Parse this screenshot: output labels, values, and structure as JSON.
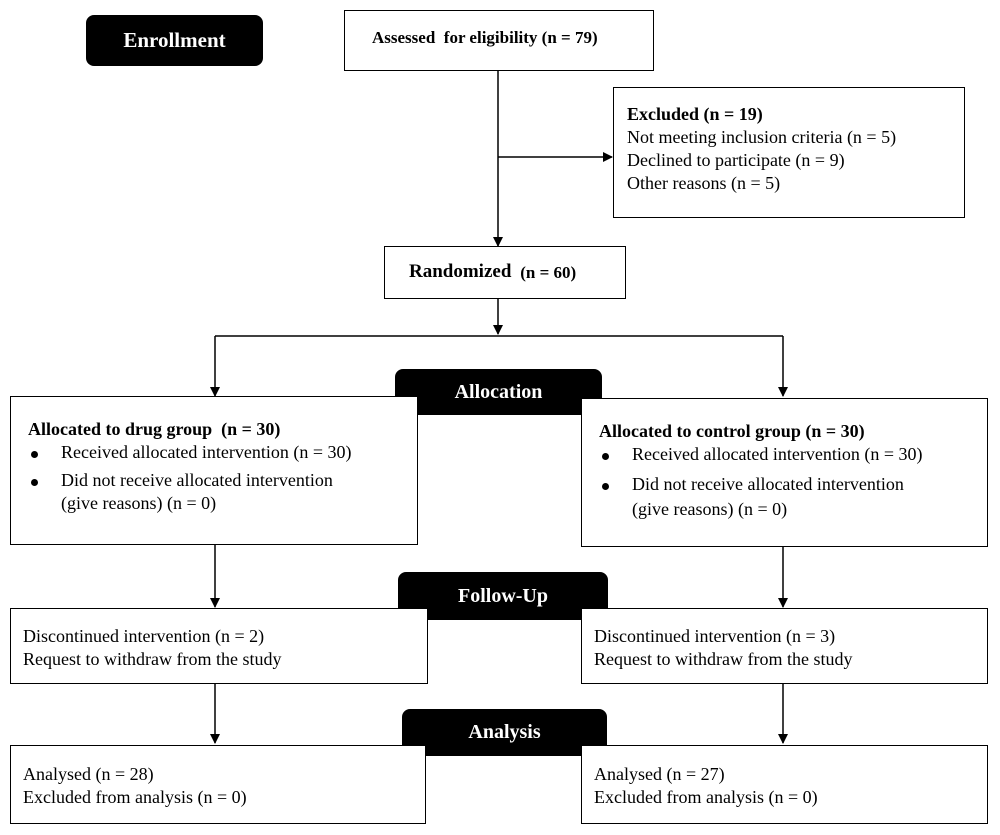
{
  "enrollment": {
    "label": "Enrollment"
  },
  "assessed": {
    "text": "Assessed  for eligibility (n = 79)"
  },
  "excluded": {
    "title": "Excluded (n = 19)",
    "items": [
      "Not meeting inclusion criteria (n = 5)",
      "Declined to participate (n = 9)",
      "Other reasons (n = 5)"
    ]
  },
  "randomized": {
    "label": "Randomized",
    "count": " (n = 60)"
  },
  "allocation": {
    "label": "Allocation"
  },
  "drug_group": {
    "title": "Allocated to drug group  (n = 30)",
    "received": "Received allocated intervention (n = 30)",
    "not_received_1": "Did not receive allocated intervention",
    "not_received_2": "(give reasons) (n = 0)"
  },
  "control_group": {
    "title": "Allocated to control group (n = 30)",
    "received": "Received allocated intervention (n = 30)",
    "not_received_1": "Did not receive allocated intervention",
    "not_received_2": "(give reasons) (n = 0)"
  },
  "follow_up": {
    "label": "Follow-Up"
  },
  "followup_drug": {
    "line1": "Discontinued intervention (n = 2)",
    "line2": "Request to withdraw from the study"
  },
  "followup_control": {
    "line1": "Discontinued intervention (n = 3)",
    "line2": "Request to withdraw from the study"
  },
  "analysis": {
    "label": "Analysis"
  },
  "analysis_drug": {
    "line1": "Analysed (n = 28)",
    "line2": "Excluded from analysis (n = 0)"
  },
  "analysis_control": {
    "line1": "Analysed (n = 27)",
    "line2": "Excluded from analysis (n = 0)"
  }
}
